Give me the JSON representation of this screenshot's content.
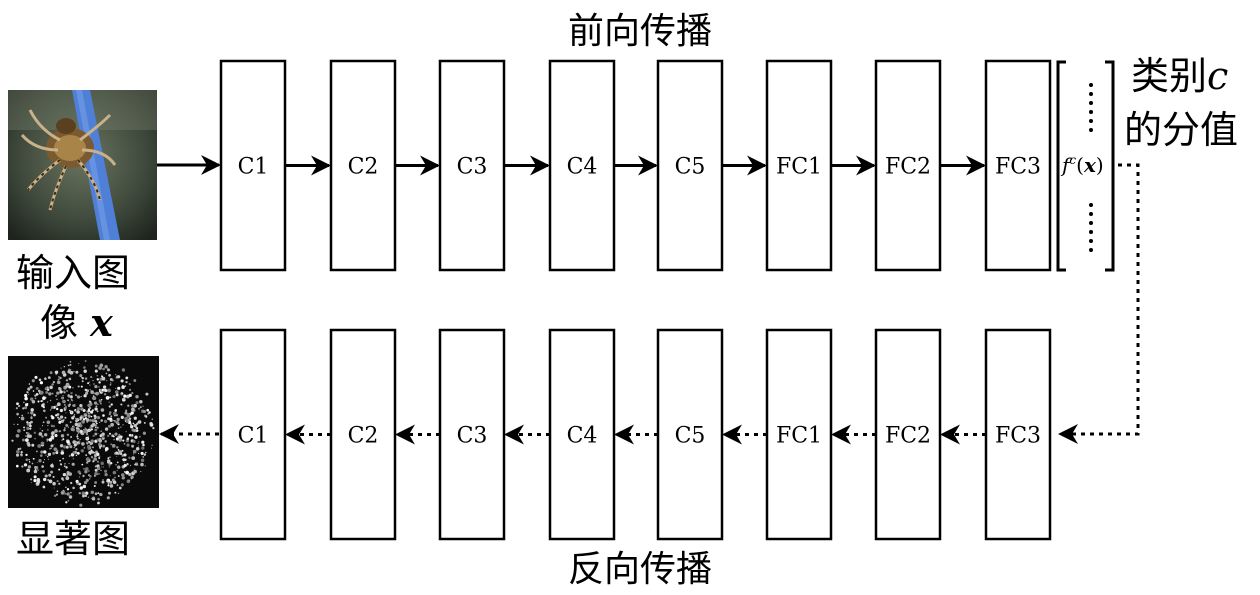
{
  "titles": {
    "forward": "前向传播",
    "backward": "反向传播"
  },
  "labels": {
    "input_line1": "输入图",
    "input_line2_text": "像",
    "input_line2_var": "x",
    "saliency": "显著图",
    "score_line1_text": "类别",
    "score_line1_var": "c",
    "score_line2": "的分值",
    "fc_output_func": "f",
    "fc_output_sup": "c",
    "fc_output_arg": "x"
  },
  "forward_layers": [
    "C1",
    "C2",
    "C3",
    "C4",
    "C5",
    "FC1",
    "FC2",
    "FC3"
  ],
  "backward_layers": [
    "C1",
    "C2",
    "C3",
    "C4",
    "C5",
    "FC1",
    "FC2",
    "FC3"
  ],
  "images": {
    "input": "spider-on-blue-stick-photo",
    "saliency": "saliency-map-dark-speckle"
  },
  "colors": {
    "stroke": "#000000",
    "stick": "#4f7fd6",
    "background_photo": "#3f4a3c"
  }
}
